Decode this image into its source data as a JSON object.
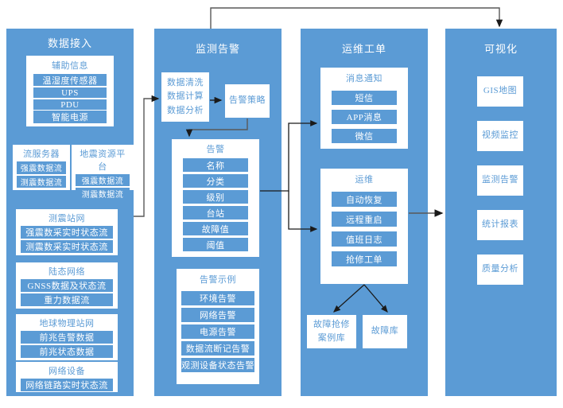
{
  "diagram": {
    "title_hidden": "",
    "colors": {
      "panel": "#5b9bd5",
      "panel_text": "#ffffff",
      "box_bg": "#ffffff",
      "box_text": "#5b9bd5",
      "connector": "#404040"
    }
  },
  "columns": [
    {
      "id": "data-access",
      "title": "数据接入",
      "groups": [
        {
          "id": "auxiliary-info",
          "title": "辅助信息",
          "items": [
            "温湿度传感器",
            "UPS",
            "PDU",
            "智能电源"
          ]
        },
        {
          "id": "stream-server",
          "title": "流服务器",
          "items": [
            "强震数据流",
            "测震数据流"
          ]
        },
        {
          "id": "quake-resource-platform",
          "title": "地震资源平台",
          "items": [
            "强震数据流",
            "测震数据流"
          ]
        },
        {
          "id": "seismic-station-network",
          "title": "测震站网",
          "items": [
            "强震数采实时状态流",
            "测震数采实时状态流"
          ]
        },
        {
          "id": "crustal-deformation-network",
          "title": "陆态网络",
          "items": [
            "GNSS数据及状态流",
            "重力数据流"
          ]
        },
        {
          "id": "geophysical-station-network",
          "title": "地球物理站网",
          "items": [
            "前兆告警数据",
            "前兆状态数据"
          ]
        },
        {
          "id": "network-device",
          "title": "网络设备",
          "items": [
            "网络链路实时状态流"
          ]
        }
      ]
    },
    {
      "id": "monitoring-alarm",
      "title": "监测告警",
      "process_lines": [
        "数据清洗",
        "数据计算",
        "数据分析"
      ],
      "strategy": "告警策略",
      "groups": [
        {
          "id": "alarm",
          "title": "告警",
          "items": [
            "名称",
            "分类",
            "级别",
            "台站",
            "故障值",
            "阈值"
          ]
        },
        {
          "id": "alarm-examples",
          "title": "告警示例",
          "items": [
            "环境告警",
            "网络告警",
            "电源告警",
            "数据流断记告警",
            "观测设备状态告警"
          ]
        }
      ]
    },
    {
      "id": "ops-work-order",
      "title": "运维工单",
      "groups": [
        {
          "id": "message-notification",
          "title": "消息通知",
          "items": [
            "短信",
            "APP消息",
            "微信"
          ]
        },
        {
          "id": "operations",
          "title": "运维",
          "items": [
            "自动恢复",
            "远程重启",
            "值班日志",
            "抢修工单"
          ]
        }
      ],
      "leaf_boxes": [
        {
          "id": "fault-repair-case-library",
          "label_line1": "故障抢修",
          "label_line2": "案例库"
        },
        {
          "id": "fault-library",
          "label_line1": "故障库",
          "label_line2": ""
        }
      ]
    },
    {
      "id": "visualization",
      "title": "可视化",
      "items": [
        "GIS地图",
        "视频监控",
        "监测告警",
        "统计报表",
        "质量分析"
      ]
    }
  ]
}
